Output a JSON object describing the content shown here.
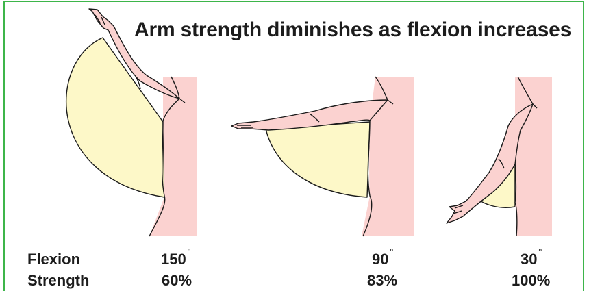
{
  "title": "Arm strength diminishes as flexion increases",
  "row_labels": {
    "flexion": "Flexion",
    "strength": "Strength"
  },
  "positions": [
    {
      "flexion": "150",
      "strength": "60%"
    },
    {
      "flexion": "90",
      "strength": "83%"
    },
    {
      "flexion": "30",
      "strength": "100%"
    }
  ],
  "degree_symbol": "˚",
  "colors": {
    "border": "#3db54a",
    "body_fill": "#fbd2d0",
    "strength_zone_fill": "#fdf8c8",
    "outline": "#1a1a1a",
    "text": "#1c1c1c"
  }
}
